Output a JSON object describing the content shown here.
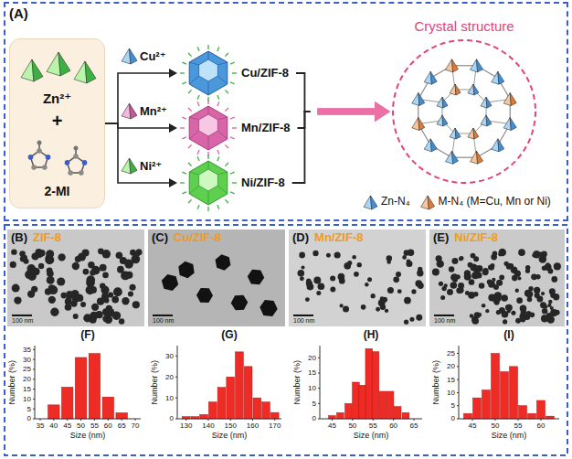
{
  "diagram": {
    "nodes": [
      {
        "text": [
          "(A)"
        ]
      },
      {
        "text": [
          "Zn²⁺",
          "+",
          "2-MI"
        ],
        "in": 0
      },
      {
        "text": [
          "Cu/ZIF-8"
        ],
        "in": 0
      },
      {
        "text": [
          "Mn/ZIF-8"
        ],
        "in": 0
      },
      {
        "text": [
          "Ni/ZIF-8"
        ],
        "in": 0
      },
      {
        "text": [
          "Crystal structure"
        ],
        "in": 0
      },
      {
        "text": [
          "(B)",
          "ZIF-8",
          "100 nm"
        ]
      },
      {
        "text": [
          "(C)",
          "Cu/ZIF-8",
          "100 nm"
        ]
      },
      {
        "text": [
          "(D)",
          "Mn/ZIF-8",
          "100 nm"
        ]
      },
      {
        "text": [
          "(E)",
          "Ni/ZIF-8",
          "100 nm"
        ]
      }
    ],
    "edges": [
      {
        "from": 1,
        "to": 2,
        "label": "Cu²⁺",
        "arrow": "to"
      },
      {
        "from": 1,
        "to": 3,
        "label": "Mn²⁺",
        "arrow": "to"
      },
      {
        "from": 1,
        "to": 4,
        "label": "Ni²⁺",
        "arrow": "to"
      },
      {
        "from": 2,
        "to": 5,
        "arrow": "to"
      },
      {
        "from": 3,
        "to": 5,
        "arrow": "to"
      },
      {
        "from": 4,
        "to": 5,
        "arrow": "to"
      }
    ],
    "labels": [
      "(F)",
      "Number (%)",
      "0",
      "5",
      "10",
      "15",
      "20",
      "25",
      "30",
      "35",
      "35",
      "40",
      "45",
      "50",
      "55",
      "60",
      "65",
      "70",
      "Size (nm)",
      "(G)",
      "Number (%)",
      "0",
      "10",
      "20",
      "30",
      "130",
      "140",
      "150",
      "160",
      "170",
      "Size (nm)",
      "(H)",
      "Number (%)",
      "0",
      "5",
      "10",
      "15",
      "20",
      "45",
      "50",
      "55",
      "60",
      "65",
      "Size (nm)",
      "(I)",
      "Number (%)",
      "0",
      "5",
      "10",
      "15",
      "20",
      "25",
      "45",
      "50",
      "55",
      "60",
      "Size (nm)"
    ],
    "legend": [
      {
        "text": "Zn-N₄"
      },
      {
        "text": "M-N₄ (M=Cu, Mn or Ni)"
      }
    ]
  }
}
